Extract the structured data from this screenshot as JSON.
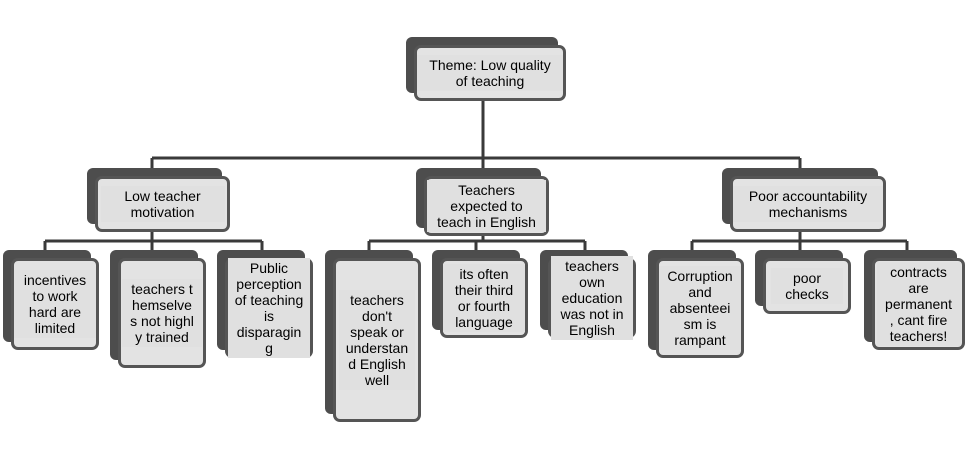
{
  "diagram": {
    "root": {
      "label": "Theme: Low quality of teaching"
    },
    "branches": [
      {
        "label": "Low teacher motivation",
        "children": [
          "incentives to work hard are limited",
          "teachers themselve s not highly trained",
          "Public perception of teaching is disparagin g"
        ]
      },
      {
        "label": "Teachers expected to teach in English",
        "children": [
          "teachers don't speak or understan d English well",
          "its often their third or fourth language",
          "teachers own education was not in English"
        ]
      },
      {
        "label": "Poor accountability mechanisms",
        "children": [
          "Corruption and absenteei sm is rampant",
          "poor checks",
          "contracts are permanent , cant fire teachers!"
        ]
      }
    ]
  },
  "colors": {
    "connector": "#3a3a3a",
    "shadow": "#4d4d4d",
    "card_fill": "#e3e3e3",
    "card_border": "#555555"
  }
}
